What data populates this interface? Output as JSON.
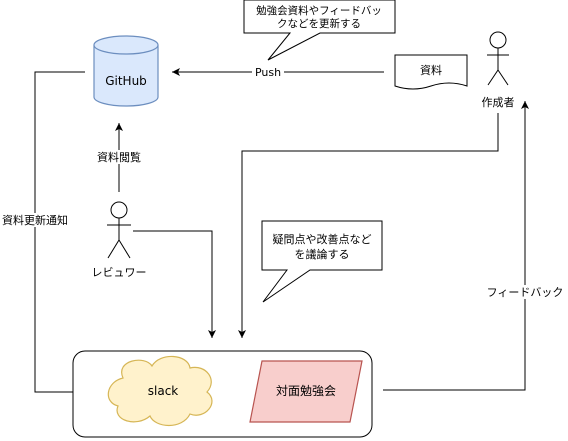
{
  "nodes": {
    "github": "GitHub",
    "doc": "資料",
    "author": "作成者",
    "reviewer": "レビュワー",
    "slack": "slack",
    "meeting": "対面勉強会"
  },
  "edges": {
    "push": "Push",
    "view": "資料閲覧",
    "notify": "資料更新通知",
    "feedback": "フィードバック"
  },
  "callouts": {
    "update": [
      "勉強会資料やフィードバッ",
      "クなどを更新する"
    ],
    "discuss": [
      "疑問点や改善点など",
      "を議論する"
    ]
  },
  "colors": {
    "github_fill": "#dae8fc",
    "github_stroke": "#6c8ebf",
    "slack_fill": "#fff2cc",
    "slack_stroke": "#d6b656",
    "meeting_fill": "#f8cecc",
    "meeting_stroke": "#b85450"
  }
}
